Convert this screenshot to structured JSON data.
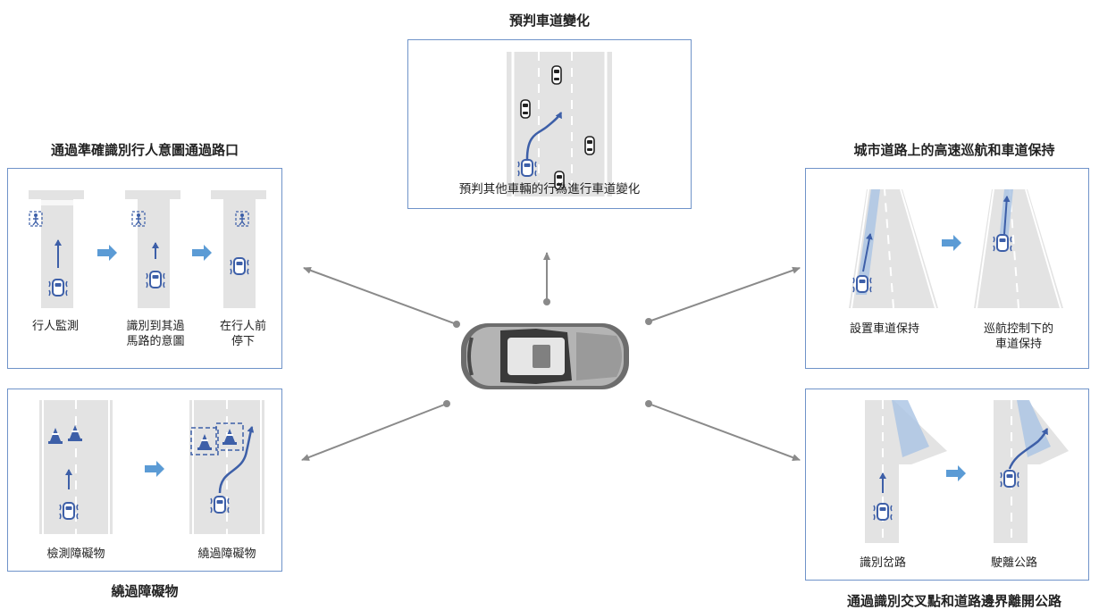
{
  "center": {
    "image": "car-top-view"
  },
  "lane_change": {
    "title": "預判車道變化",
    "caption": "預判其他車輛的行為進行車道變化"
  },
  "intersection": {
    "title": "通過準確識別行人意圖通過路口",
    "steps": [
      "行人監測",
      "識別到其過\n馬路的意圖",
      "在行人前\n停下"
    ]
  },
  "obstacles": {
    "title": "繞過障礙物",
    "steps": [
      "檢測障礙物",
      "繞過障礙物"
    ]
  },
  "cruise": {
    "title": "城市道路上的高速巡航和車道保持",
    "steps": [
      "設置車道保持",
      "巡航控制下的\n車道保持"
    ]
  },
  "exit": {
    "title": "通過識別交叉點和道路邊界離開公路",
    "steps": [
      "識別岔路",
      "駛離公路"
    ]
  },
  "colors": {
    "border": "#6f93c9",
    "car": "#3d5fa8",
    "arrow_fill": "#5b9bd5",
    "road": "#e3e3e3",
    "connector": "#8a8a8a"
  }
}
